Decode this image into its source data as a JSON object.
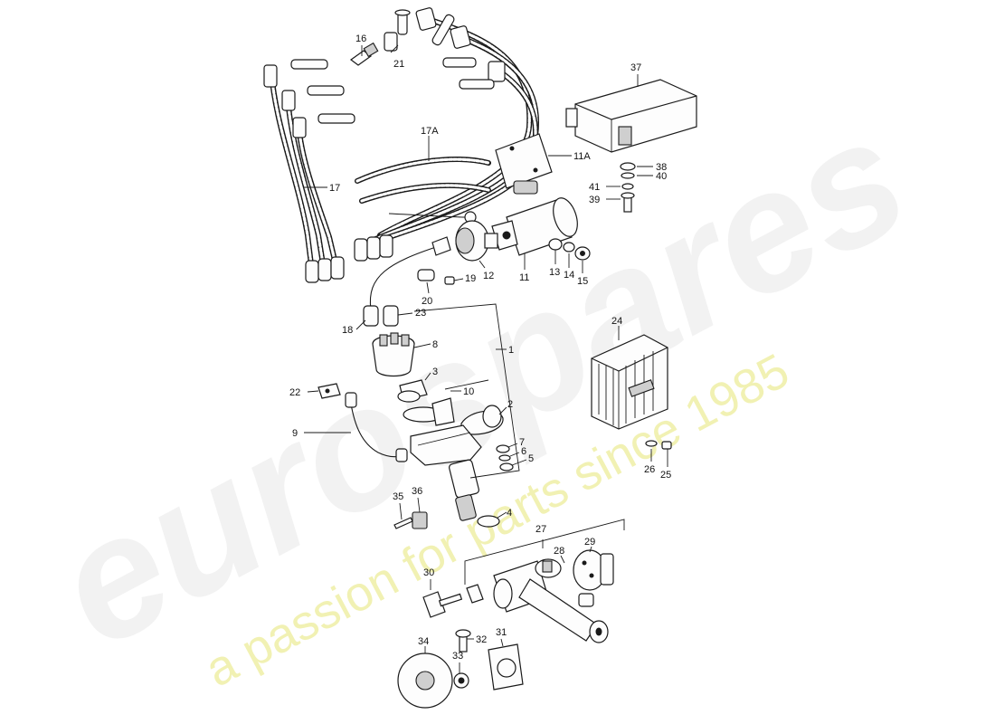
{
  "watermark": {
    "brand": "eurospares",
    "tagline": "a passion for parts since 1985"
  },
  "callouts": [
    {
      "id": "1",
      "label": "1"
    },
    {
      "id": "2",
      "label": "2"
    },
    {
      "id": "3",
      "label": "3"
    },
    {
      "id": "4",
      "label": "4"
    },
    {
      "id": "5",
      "label": "5"
    },
    {
      "id": "6",
      "label": "6"
    },
    {
      "id": "7",
      "label": "7"
    },
    {
      "id": "8",
      "label": "8"
    },
    {
      "id": "9",
      "label": "9"
    },
    {
      "id": "10",
      "label": "10"
    },
    {
      "id": "11",
      "label": "11"
    },
    {
      "id": "11A",
      "label": "11A"
    },
    {
      "id": "12",
      "label": "12"
    },
    {
      "id": "13",
      "label": "13"
    },
    {
      "id": "14",
      "label": "14"
    },
    {
      "id": "15",
      "label": "15"
    },
    {
      "id": "16",
      "label": "16"
    },
    {
      "id": "17",
      "label": "17"
    },
    {
      "id": "17A",
      "label": "17A"
    },
    {
      "id": "18",
      "label": "18"
    },
    {
      "id": "19",
      "label": "19"
    },
    {
      "id": "20",
      "label": "20"
    },
    {
      "id": "21",
      "label": "21"
    },
    {
      "id": "22",
      "label": "22"
    },
    {
      "id": "23",
      "label": "23"
    },
    {
      "id": "24",
      "label": "24"
    },
    {
      "id": "25",
      "label": "25"
    },
    {
      "id": "26",
      "label": "26"
    },
    {
      "id": "27",
      "label": "27"
    },
    {
      "id": "28",
      "label": "28"
    },
    {
      "id": "29",
      "label": "29"
    },
    {
      "id": "30",
      "label": "30"
    },
    {
      "id": "31",
      "label": "31"
    },
    {
      "id": "32",
      "label": "32"
    },
    {
      "id": "33",
      "label": "33"
    },
    {
      "id": "34",
      "label": "34"
    },
    {
      "id": "35",
      "label": "35"
    },
    {
      "id": "36",
      "label": "36"
    },
    {
      "id": "37",
      "label": "37"
    },
    {
      "id": "38",
      "label": "38"
    },
    {
      "id": "39",
      "label": "39"
    },
    {
      "id": "40",
      "label": "40"
    },
    {
      "id": "41",
      "label": "41"
    }
  ]
}
